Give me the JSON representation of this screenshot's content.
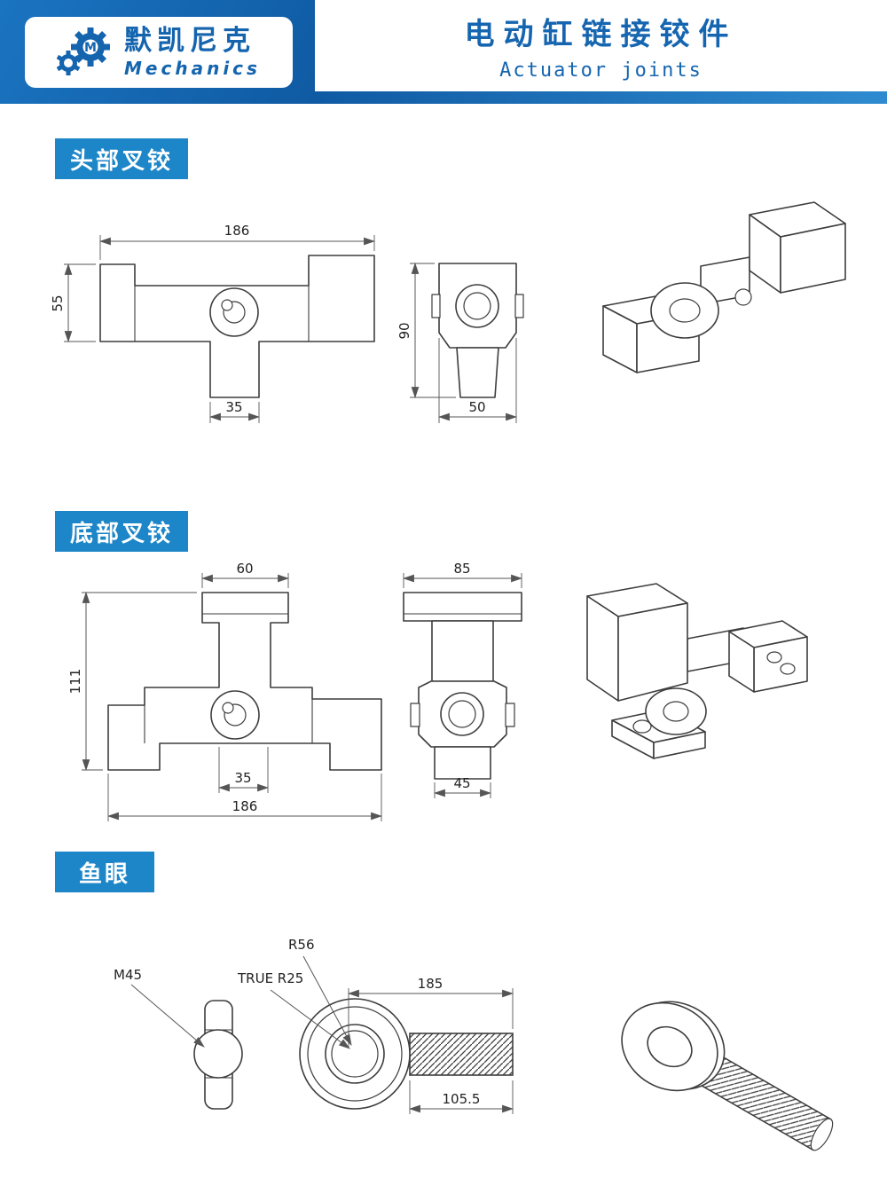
{
  "header": {
    "logo": {
      "brand_cn": "默凯尼克",
      "brand_en": "Mechanics"
    },
    "title_cn": "电动缸链接铰件",
    "title_en": "Actuator joints"
  },
  "colors": {
    "primary_blue": "#1565b0",
    "badge_blue": "#1d86c8"
  },
  "sections": [
    {
      "label": "头部叉铰",
      "dims": {
        "overall_width": "186",
        "flange_height": "55",
        "stem_width": "35",
        "side_height": "90",
        "side_width": "50"
      }
    },
    {
      "label": "底部叉铰",
      "dims": {
        "cap_width": "60",
        "overall_height": "111",
        "stem_width": "35",
        "overall_width": "186",
        "side_cap_width": "85",
        "side_stem_width": "45"
      }
    },
    {
      "label": "鱼眼",
      "dims": {
        "thread_spec": "M45",
        "sphere_note": "TRUE R25",
        "ring_radius": "R56",
        "overall_length": "185",
        "thread_length": "105.5"
      }
    }
  ]
}
